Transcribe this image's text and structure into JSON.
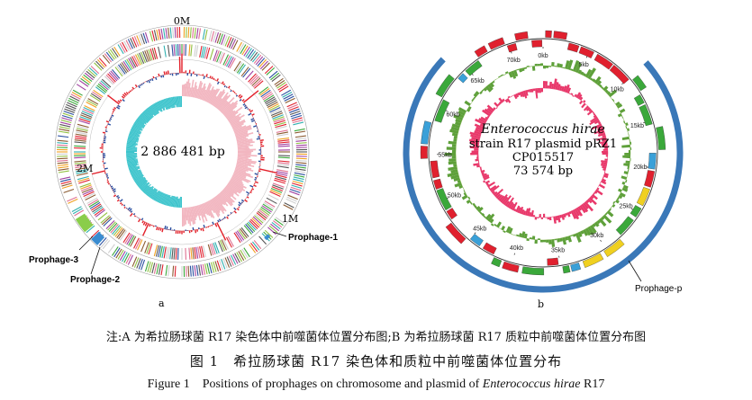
{
  "panel_a": {
    "label": "a",
    "marker_0m": "0M",
    "marker_1m": "1M",
    "marker_2m": "2M",
    "genome_size": "2 886 481 bp",
    "prophages": [
      "Prophage-1",
      "Prophage-2",
      "Prophage-3"
    ]
  },
  "panel_b": {
    "label": "b",
    "species": "Enterococcus hirae",
    "strain": "strain R17 plasmid pRZ1",
    "accession": "CP015517",
    "size": "73 574 bp",
    "ticks": [
      "0kb",
      "5kb",
      "10kb",
      "15kb",
      "20kb",
      "25kb",
      "30kb",
      "35kb",
      "40kb",
      "45kb",
      "50kb",
      "55kb",
      "60kb",
      "65kb",
      "70kb"
    ],
    "prophage": "Prophage-p"
  },
  "captions": {
    "note": "注:A 为希拉肠球菌 R17 染色体中前噬菌体位置分布图;B 为希拉肠球菌 R17 质粒中前噬菌体位置分布图",
    "title_cn": "图 1　希拉肠球菌 R17 染色体和质粒中前噬菌体位置分布",
    "title_en_prefix": "Figure 1　Positions of prophages on chromosome and plasmid of ",
    "title_en_species": "Enterococcus hirae",
    "title_en_suffix": " R17"
  },
  "colors": {
    "gc_skew_pos": "#f2b6c0",
    "gc_skew_neg": "#3dc4cc",
    "gc_red": "#e3202a",
    "gc_blue": "#2a4fa0",
    "gene_red": "#e0202e",
    "gene_green": "#3aa83a",
    "gene_yellow": "#f0d020",
    "gene_blue": "#3aa0d8",
    "plasmid_green": "#5ea03a",
    "plasmid_pink": "#e8386a",
    "prophage_arc": "#3a78b8",
    "prophage3": "#8acd4a",
    "prophage12": "#3a8cd0"
  }
}
